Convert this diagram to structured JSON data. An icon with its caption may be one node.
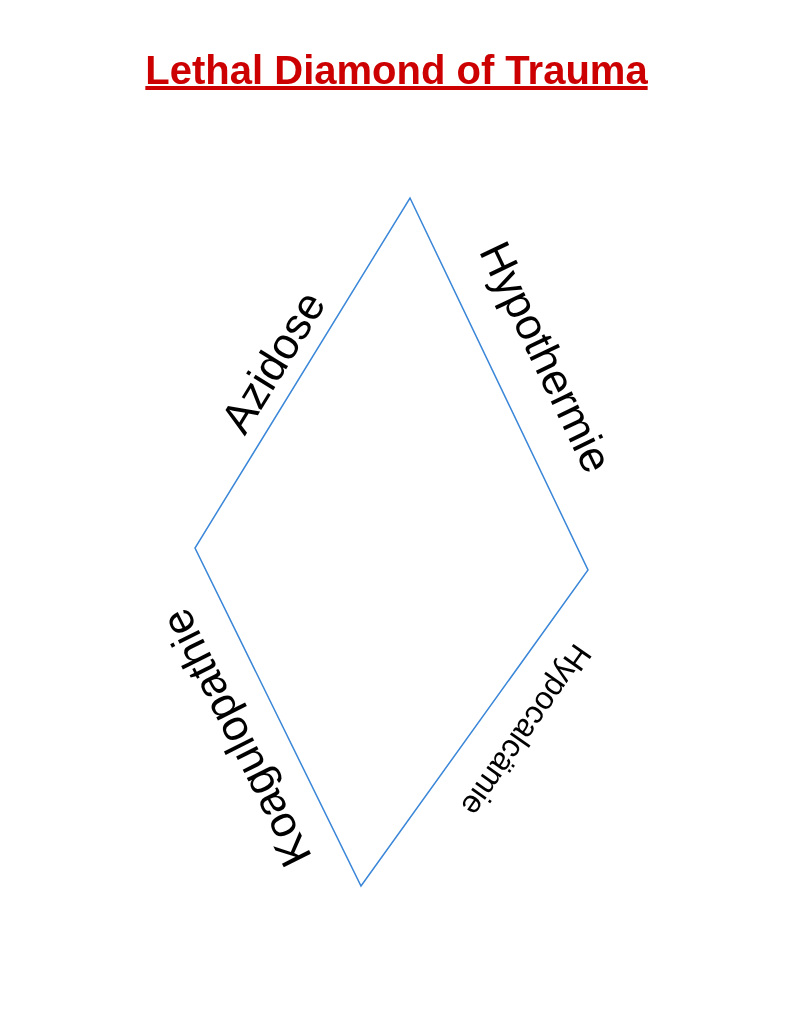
{
  "diagram": {
    "title": "Lethal Diamond of Trauma",
    "nodes": [
      {
        "text": [],
        "shape": "diamond",
        "beside": [
          "Azidose",
          "Hypothermie",
          "Koagulopathie",
          "Hypocalcämie"
        ]
      }
    ]
  }
}
